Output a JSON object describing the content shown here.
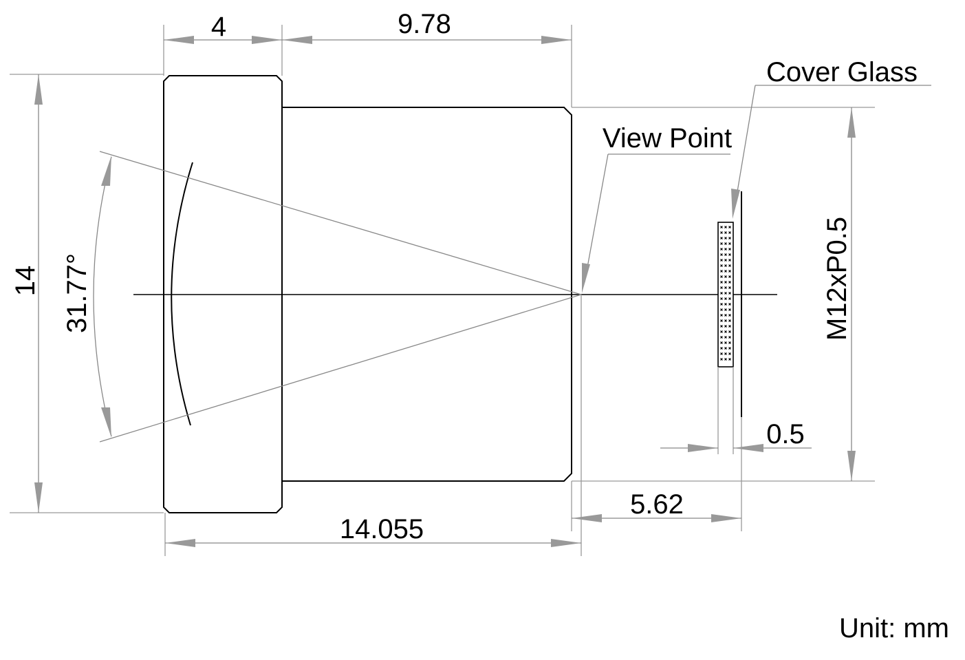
{
  "dimensions": {
    "front_width": "4",
    "body_length": "9.78",
    "outer_diameter": "14",
    "field_angle": "31.77°",
    "total_length": "14.055",
    "back_focal": "5.62",
    "glass_thickness": "0.5",
    "thread": "M12xP0.5"
  },
  "callouts": {
    "cover_glass": "Cover Glass",
    "view_point": "View Point"
  },
  "unit_note": "Unit: mm"
}
